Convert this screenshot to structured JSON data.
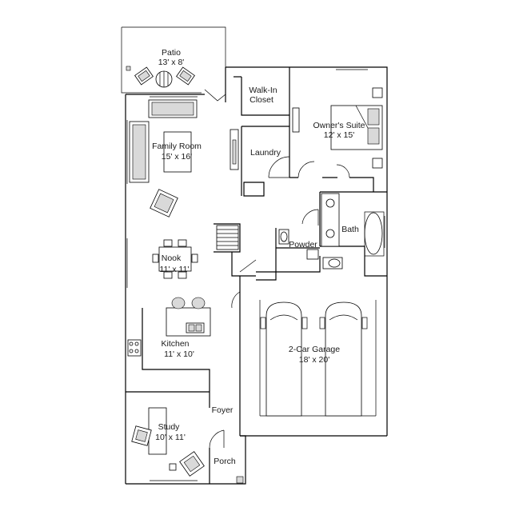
{
  "rooms": {
    "patio": {
      "name": "Patio",
      "size": "13' x 8'"
    },
    "walkin": {
      "line1": "Walk-In",
      "line2": "Closet"
    },
    "owners": {
      "name": "Owner's Suite",
      "size": "12' x 15'"
    },
    "family": {
      "name": "Family Room",
      "size": "15' x 16'"
    },
    "laundry": {
      "name": "Laundry"
    },
    "bath": {
      "name": "Bath"
    },
    "powder": {
      "name": "Powder"
    },
    "nook": {
      "name": "Nook",
      "size": "11' x 11'"
    },
    "kitchen": {
      "name": "Kitchen",
      "size": "11' x 10'"
    },
    "garage": {
      "name": "2-Car Garage",
      "size": "18' x 20'"
    },
    "foyer": {
      "name": "Foyer"
    },
    "study": {
      "name": "Study",
      "size": "10' x 11'"
    },
    "porch": {
      "name": "Porch"
    }
  }
}
